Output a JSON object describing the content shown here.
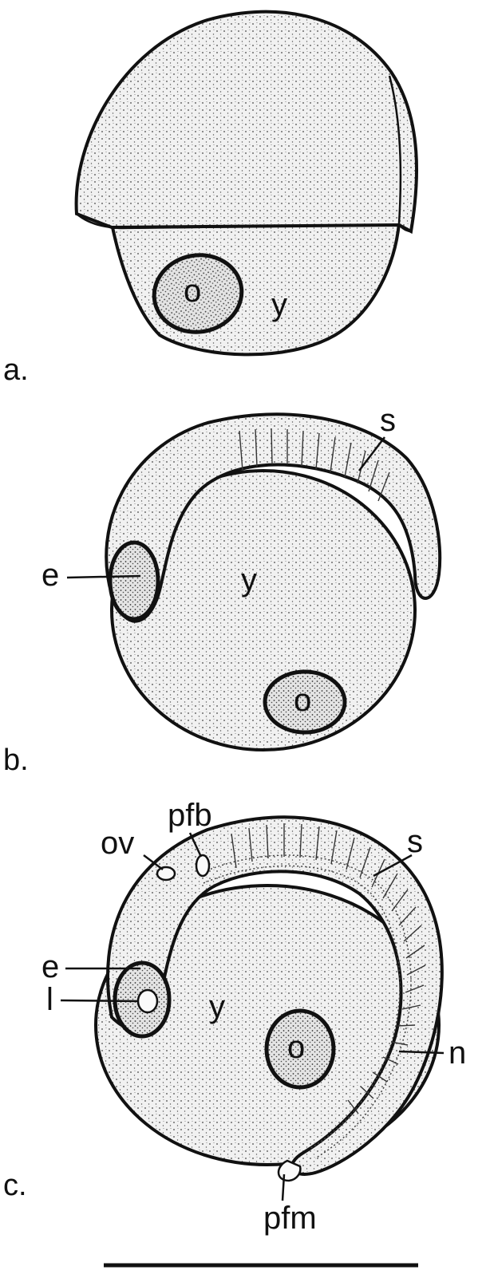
{
  "panels": [
    {
      "label": "a.",
      "structures": {
        "o": "o",
        "y": "y"
      }
    },
    {
      "label": "b.",
      "structures": {
        "s": "s",
        "e": "e",
        "y": "y",
        "o": "o"
      }
    },
    {
      "label": "c.",
      "structures": {
        "ov": "ov",
        "pfb": "pfb",
        "s": "s",
        "e": "e",
        "l": "l",
        "y": "y",
        "o": "o",
        "n": "n",
        "pfm": "pfm"
      }
    }
  ],
  "style": {
    "ink": "#111111",
    "background": "#ffffff",
    "stipple": "#dcdcdc"
  }
}
